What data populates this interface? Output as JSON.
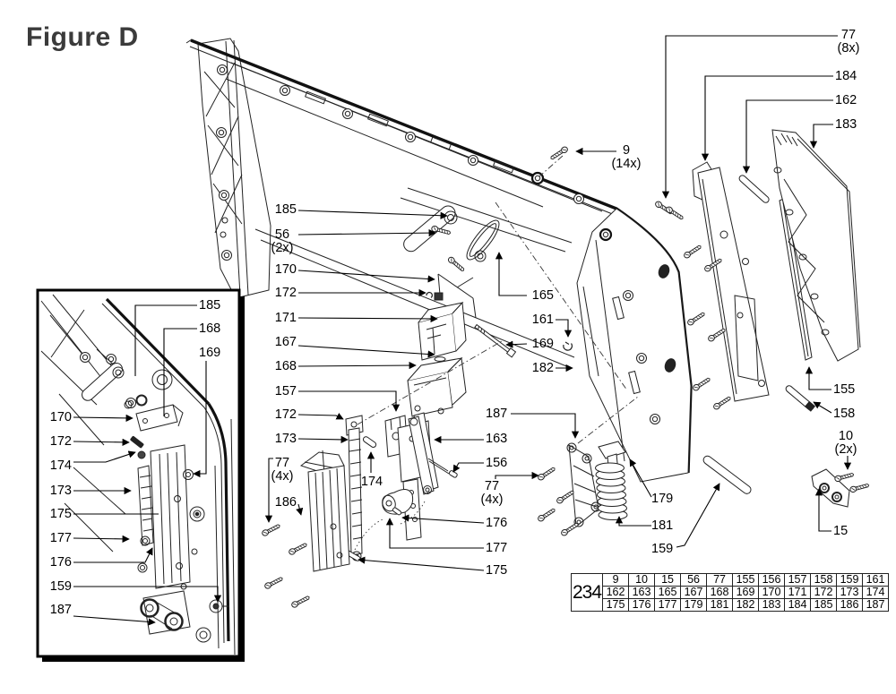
{
  "figure": {
    "title": "Figure D"
  },
  "callouts": {
    "main": [
      {
        "key": "77-8x",
        "num": "77",
        "qty": "(8x)"
      },
      {
        "key": "184",
        "num": "184"
      },
      {
        "key": "162",
        "num": "162"
      },
      {
        "key": "183",
        "num": "183"
      },
      {
        "key": "9-14x",
        "num": "9",
        "qty": "(14x)"
      },
      {
        "key": "185",
        "num": "185"
      },
      {
        "key": "56-2x",
        "num": "56",
        "qty": "(2x)"
      },
      {
        "key": "170",
        "num": "170"
      },
      {
        "key": "172a",
        "num": "172"
      },
      {
        "key": "171",
        "num": "171"
      },
      {
        "key": "167",
        "num": "167"
      },
      {
        "key": "168",
        "num": "168"
      },
      {
        "key": "157",
        "num": "157"
      },
      {
        "key": "172b",
        "num": "172"
      },
      {
        "key": "173",
        "num": "173"
      },
      {
        "key": "77-4x-left",
        "num": "77",
        "qty": "(4x)"
      },
      {
        "key": "186",
        "num": "186"
      },
      {
        "key": "174",
        "num": "174"
      },
      {
        "key": "165",
        "num": "165"
      },
      {
        "key": "161",
        "num": "161"
      },
      {
        "key": "169",
        "num": "169"
      },
      {
        "key": "182",
        "num": "182"
      },
      {
        "key": "187",
        "num": "187"
      },
      {
        "key": "163",
        "num": "163"
      },
      {
        "key": "156",
        "num": "156"
      },
      {
        "key": "77-4x-right",
        "num": "77",
        "qty": "(4x)"
      },
      {
        "key": "176",
        "num": "176"
      },
      {
        "key": "177",
        "num": "177"
      },
      {
        "key": "175",
        "num": "175"
      },
      {
        "key": "179",
        "num": "179"
      },
      {
        "key": "181",
        "num": "181"
      },
      {
        "key": "159",
        "num": "159"
      },
      {
        "key": "155",
        "num": "155"
      },
      {
        "key": "158",
        "num": "158"
      },
      {
        "key": "10-2x",
        "num": "10",
        "qty": "(2x)"
      },
      {
        "key": "15",
        "num": "15"
      }
    ],
    "inset": [
      {
        "key": "i185",
        "num": "185"
      },
      {
        "key": "i168",
        "num": "168"
      },
      {
        "key": "i169",
        "num": "169"
      },
      {
        "key": "i170",
        "num": "170"
      },
      {
        "key": "i172",
        "num": "172"
      },
      {
        "key": "i174",
        "num": "174"
      },
      {
        "key": "i173",
        "num": "173"
      },
      {
        "key": "i175",
        "num": "175"
      },
      {
        "key": "i177",
        "num": "177"
      },
      {
        "key": "i176",
        "num": "176"
      },
      {
        "key": "i159",
        "num": "159"
      },
      {
        "key": "i187",
        "num": "187"
      }
    ]
  },
  "parts_table": {
    "figure_number": "234",
    "rows": [
      [
        "9",
        "10",
        "15",
        "56",
        "77",
        "155",
        "156",
        "157",
        "158",
        "159",
        "161"
      ],
      [
        "162",
        "163",
        "165",
        "167",
        "168",
        "169",
        "170",
        "171",
        "172",
        "173",
        "174"
      ],
      [
        "175",
        "176",
        "177",
        "179",
        "181",
        "182",
        "183",
        "184",
        "185",
        "186",
        "187"
      ]
    ]
  },
  "colors": {
    "line": "#222222",
    "text": "#000000",
    "title": "#3b3b3b"
  }
}
